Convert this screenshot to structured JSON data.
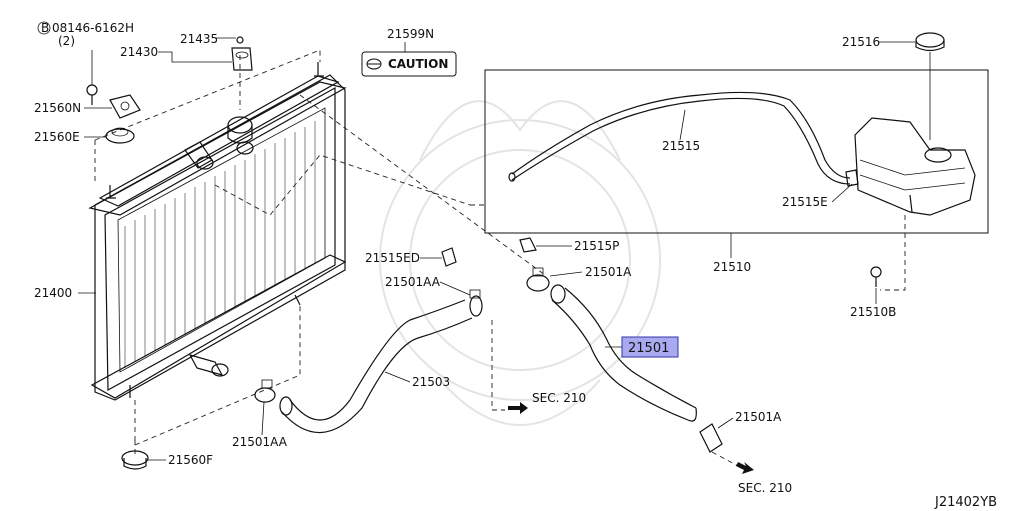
{
  "diagram": {
    "drawing_id": "J21402YB",
    "labels": {
      "bolt": "08146-6162H",
      "bolt_qty": "(2)",
      "p21430": "21430",
      "p21435": "21435",
      "p21560N": "21560N",
      "p21560E": "21560E",
      "p21599N": "21599N",
      "caution": "CAUTION",
      "p21400": "21400",
      "p21560F": "21560F",
      "p21501AA_top": "21501AA",
      "p21501AA_bottom": "21501AA",
      "p21503": "21503",
      "p21515ED": "21515ED",
      "p21515P": "21515P",
      "p21501A_top": "21501A",
      "p21501A_bottom": "21501A",
      "p21501": "21501",
      "sec_left": "SEC. 210",
      "sec_right": "SEC. 210",
      "p21515": "21515",
      "p21515E": "21515E",
      "p21516": "21516",
      "p21510": "21510",
      "p21510B": "21510B"
    },
    "highlight_color": "#a9a9f0"
  }
}
